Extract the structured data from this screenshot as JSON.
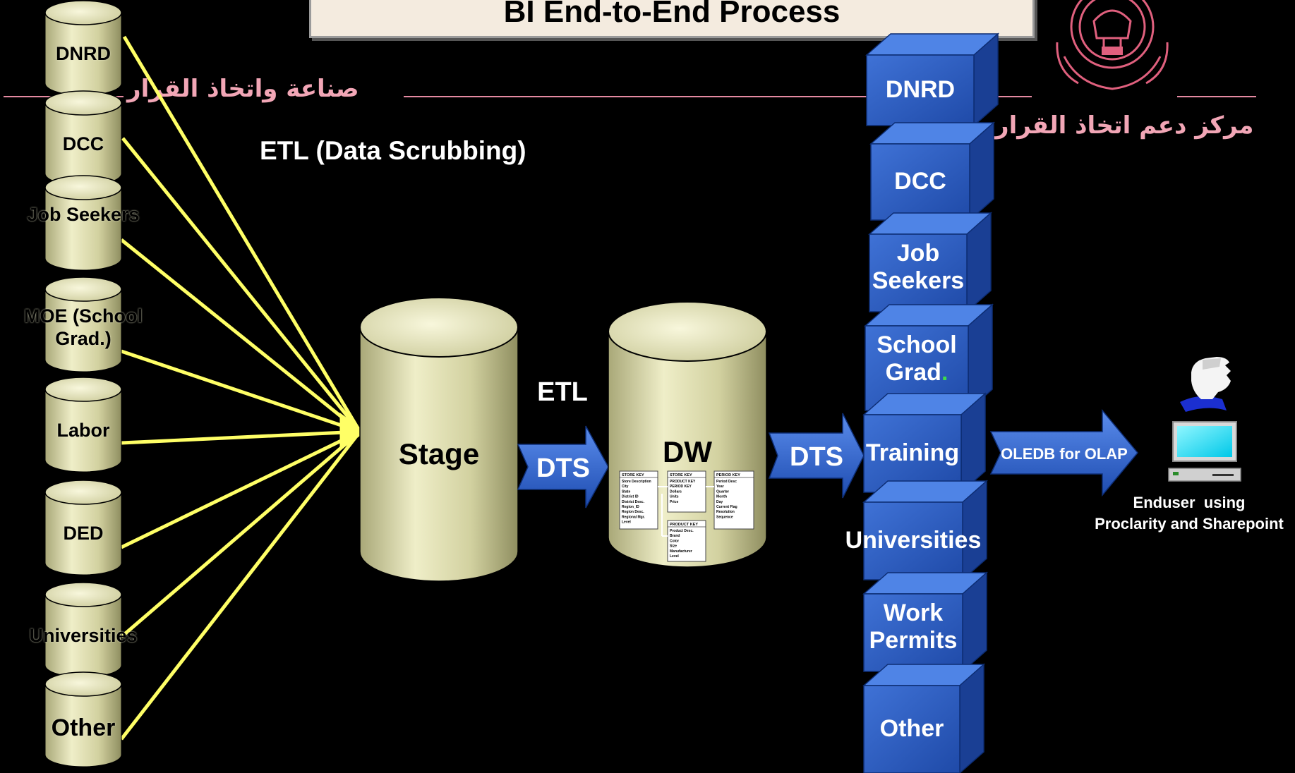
{
  "title": "BI End-to-End Process",
  "arabic_left": "صناعة واتخاذ القرار",
  "arabic_right": "مركز دعم اتخاذ القرار",
  "etl_scrubbing_label": "ETL (Data Scrubbing)",
  "sources": [
    "DNRD",
    "DCC",
    "Job Seekers",
    "MOE (School Grad.)",
    "Labor",
    "DED",
    "Universities",
    "Other"
  ],
  "stage_label": "Stage",
  "etl_label": "ETL",
  "dts_label": "DTS",
  "dw_label": "DW",
  "cubes": [
    "DNRD",
    "DCC",
    "Job Seekers",
    "School Grad.",
    "Training",
    "Universities",
    "Work Permits",
    "Other"
  ],
  "olap_label": "OLEDB for OLAP",
  "enduser_line1": "Enduser  using",
  "enduser_line2": "Proclarity and Sharepoint",
  "schema_tables": [
    {
      "title": "STORE KEY",
      "rows": [
        "Store Description",
        "City",
        "State",
        "District ID",
        "District Desc.",
        "Region_ID",
        "Region Desc.",
        "Regional Mgr.",
        "Level"
      ]
    },
    {
      "title": "STORE KEY",
      "rows": [
        "PRODUCT KEY",
        "PERIOD KEY",
        "Dollars",
        "Units",
        "Price"
      ]
    },
    {
      "title": "PERIOD KEY",
      "rows": [
        "Period Desc",
        "Year",
        "Quarter",
        "Month",
        "Day",
        "Current Flag",
        "Resolution",
        "Sequence"
      ]
    },
    {
      "title": "PRODUCT KEY",
      "rows": [
        "Product Desc.",
        "Brand",
        "Color",
        "Size",
        "Manufacturer",
        "Level"
      ]
    }
  ],
  "colors": {
    "cylinder": "#d6d6a6",
    "cube": "#2f5fc4",
    "arrow": "#3a6fd8",
    "lines": "#ffff66",
    "arabic": "#f2a6b6"
  }
}
